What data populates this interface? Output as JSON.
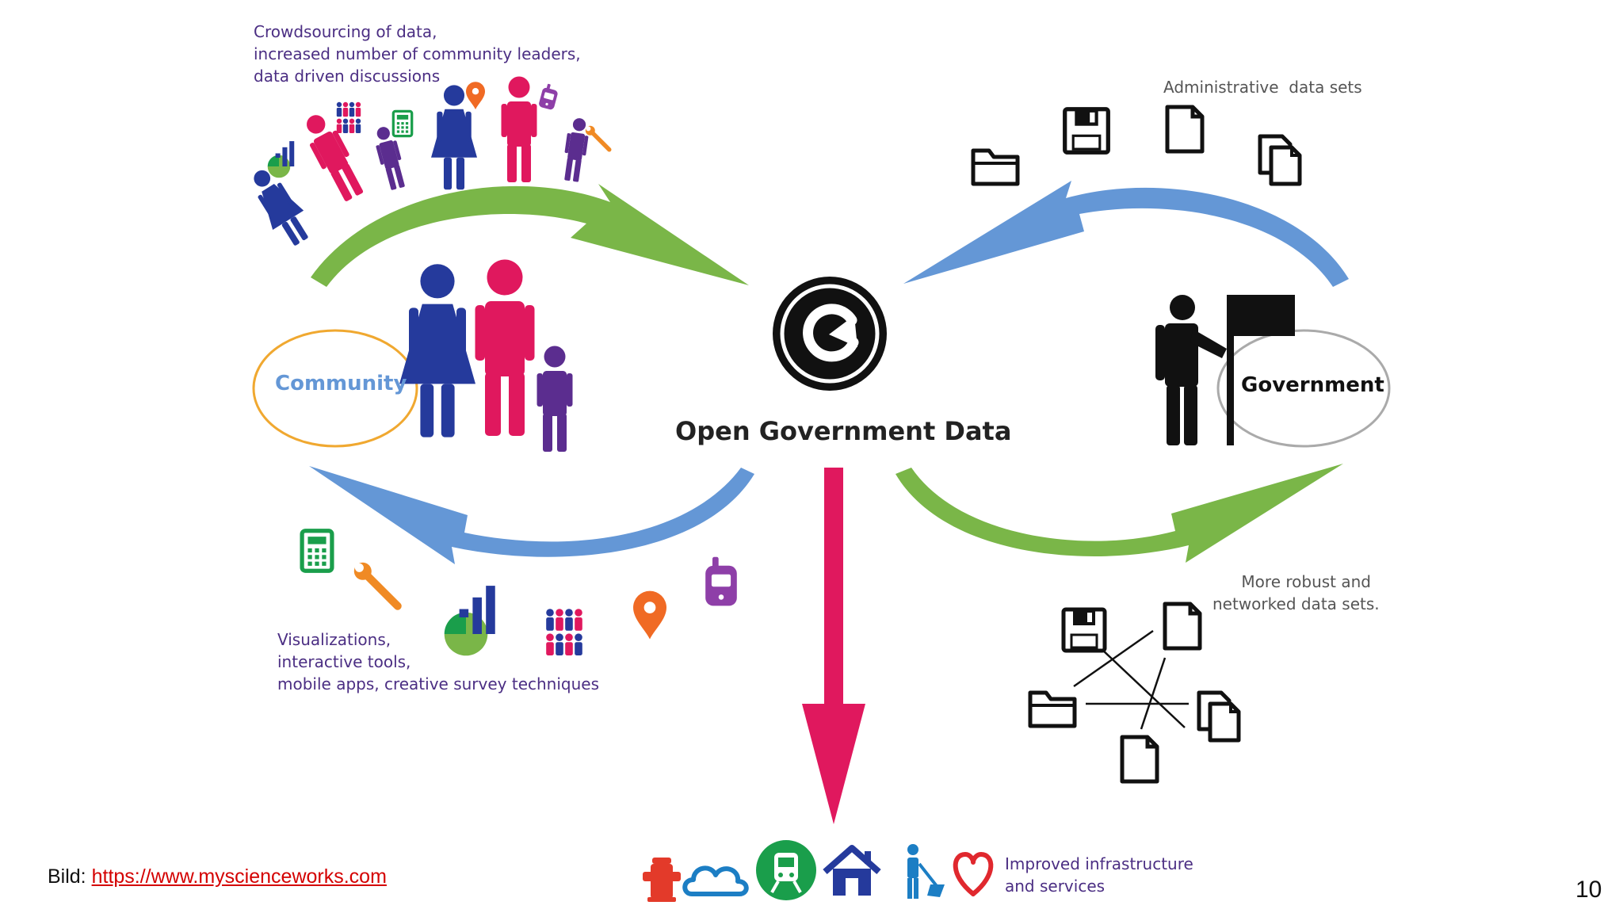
{
  "diagram": {
    "title": "Open Government Data",
    "community_label": "Community",
    "government_label": "Government",
    "top_left_caption": [
      "Crowdsourcing of data,",
      "increased number of community leaders,",
      "data driven discussions"
    ],
    "top_right_caption": "Administrative  data sets",
    "bottom_left_caption": [
      "Visualizations,",
      "interactive tools,",
      "mobile apps, creative survey techniques"
    ],
    "bottom_right_caption": [
      "More robust and",
      "networked data sets."
    ],
    "bottom_caption": [
      "Improved infrastructure",
      "and services"
    ]
  },
  "footer": {
    "credit_prefix": "Bild: ",
    "credit_link": "https://www.myscienceworks.com",
    "slide_number": "10"
  },
  "colors": {
    "green": "#7ab648",
    "blue": "#6497d6",
    "pink": "#e0185e",
    "navy": "#253a9c",
    "purple": "#4b2e83",
    "orange": "#f08a24",
    "dark": "#111111"
  }
}
